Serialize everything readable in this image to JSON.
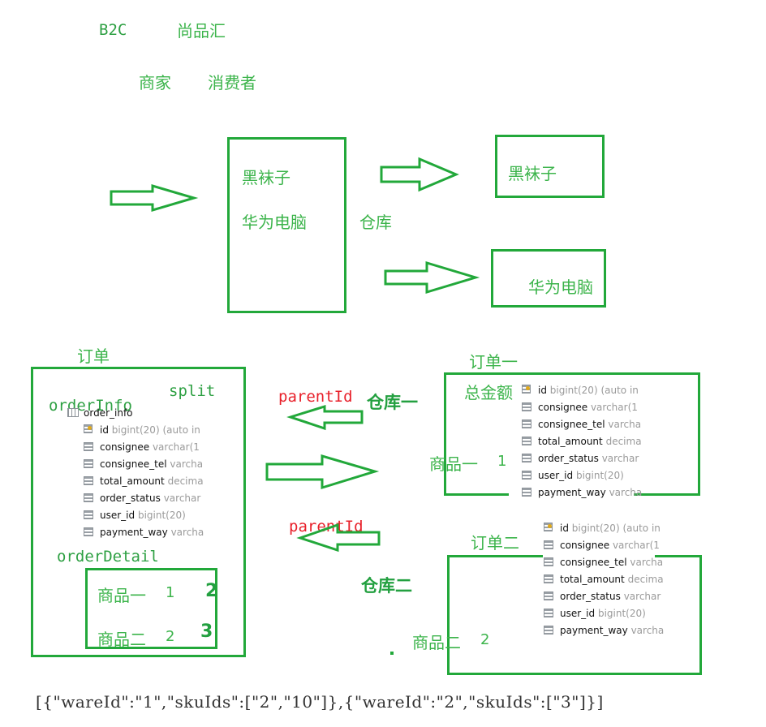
{
  "header": {
    "b2c": "B2C",
    "mall": "尚品汇",
    "merchant": "商家",
    "consumer": "消费者"
  },
  "warehouse_diagram": {
    "products": [
      "黑袜子",
      "华为电脑"
    ],
    "warehouse": "仓库",
    "out_box_1": "黑袜子",
    "out_box_2": "华为电脑"
  },
  "order_diagram": {
    "order_label": "订单",
    "split": "split",
    "order_info": "orderInfo",
    "order_detail": "orderDetail",
    "detail_rows": [
      {
        "name": "商品一",
        "qty": "1",
        "badge": "2"
      },
      {
        "name": "商品二",
        "qty": "2",
        "badge": "3"
      }
    ],
    "parent_id_1": "parentId",
    "parent_id_2": "parentId",
    "warehouse_1": "仓库一",
    "warehouse_2": "仓库二",
    "sub_order_1": {
      "title": "订单一",
      "total": "总金额",
      "item": "商品一",
      "qty": "1"
    },
    "sub_order_2": {
      "title": "订单二",
      "item": "商品二",
      "qty": "2"
    }
  },
  "table_main": {
    "name": "order_info",
    "columns": [
      {
        "name": "id",
        "type": "bigint(20) (auto in"
      },
      {
        "name": "consignee",
        "type": "varchar(1"
      },
      {
        "name": "consignee_tel",
        "type": "varcha"
      },
      {
        "name": "total_amount",
        "type": "decima"
      },
      {
        "name": "order_status",
        "type": "varchar"
      },
      {
        "name": "user_id",
        "type": "bigint(20)"
      },
      {
        "name": "payment_way",
        "type": "varcha"
      }
    ]
  },
  "table_sub1": {
    "columns": [
      {
        "name": "id",
        "type": "bigint(20) (auto in"
      },
      {
        "name": "consignee",
        "type": "varchar(1"
      },
      {
        "name": "consignee_tel",
        "type": "varcha"
      },
      {
        "name": "total_amount",
        "type": "decima"
      },
      {
        "name": "order_status",
        "type": "varchar"
      },
      {
        "name": "user_id",
        "type": "bigint(20)"
      },
      {
        "name": "payment_way",
        "type": "varcha"
      }
    ]
  },
  "table_sub2": {
    "columns": [
      {
        "name": "id",
        "type": "bigint(20) (auto in"
      },
      {
        "name": "consignee",
        "type": "varchar(1"
      },
      {
        "name": "consignee_tel",
        "type": "varcha"
      },
      {
        "name": "total_amount",
        "type": "decima"
      },
      {
        "name": "order_status",
        "type": "varchar"
      },
      {
        "name": "user_id",
        "type": "bigint(20)"
      },
      {
        "name": "payment_way",
        "type": "varcha"
      }
    ]
  },
  "json_text": "[{\"wareId\":\"1\",\"skuIds\":[\"2\",\"10\"]},{\"wareId\":\"2\",\"skuIds\":[\"3\"]}]",
  "colors": {
    "accent": "#22a83a",
    "text_green": "#3cb44b",
    "red": "#e8202a"
  }
}
